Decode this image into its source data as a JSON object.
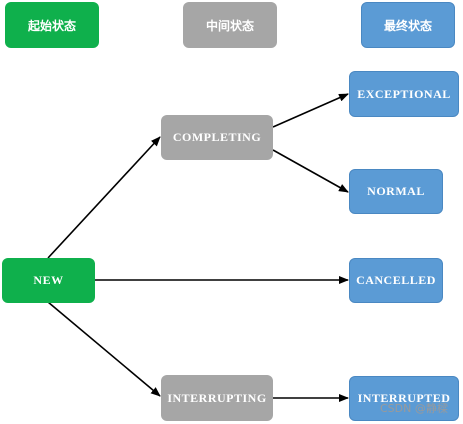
{
  "legend": {
    "start": "起始状态",
    "middle": "中间状态",
    "final": "最终状态"
  },
  "nodes": {
    "new": "NEW",
    "completing": "COMPLETING",
    "interrupting": "INTERRUPTING",
    "exceptional": "EXCEPTIONAL",
    "normal": "NORMAL",
    "cancelled": "CANCELLED",
    "interrupted": "INTERRUPTED"
  },
  "watermark": "CSDN @静樑",
  "colors": {
    "start": "#0fb04c",
    "middle": "#a6a6a6",
    "final": "#5b9bd5",
    "arrow": "#000000"
  }
}
